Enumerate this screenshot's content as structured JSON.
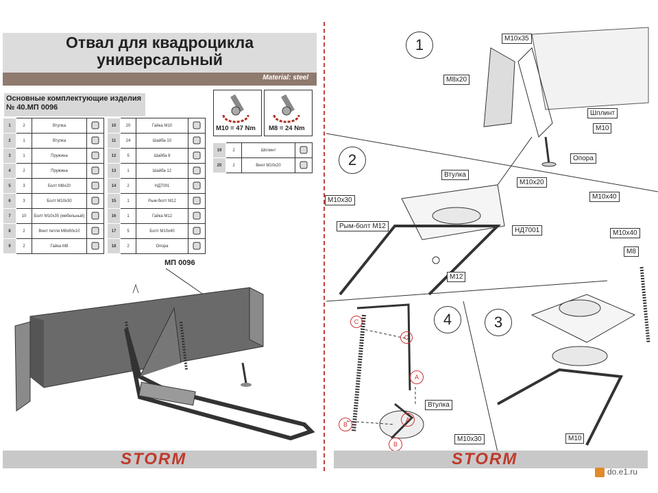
{
  "left_page": {
    "title_line1": "Отвал для квадроцикла",
    "title_line2": "универсальный",
    "material": "Material: steel",
    "parts_title_line1": "Основные комплектующие изделия",
    "parts_title_line2": "№ 40.МП 0096",
    "table_a": [
      {
        "n": "1",
        "qty": "2",
        "name": "Втулка"
      },
      {
        "n": "2",
        "qty": "1",
        "name": "Втулка"
      },
      {
        "n": "3",
        "qty": "1",
        "name": "Пружина"
      },
      {
        "n": "4",
        "qty": "2",
        "name": "Пружина"
      },
      {
        "n": "5",
        "qty": "3",
        "name": "Болт М8х20"
      },
      {
        "n": "6",
        "qty": "3",
        "name": "Болт М10х30"
      },
      {
        "n": "7",
        "qty": "10",
        "name": "Болт М10х35 (мебельный)"
      },
      {
        "n": "8",
        "qty": "2",
        "name": "Винт петля М8х60х10"
      },
      {
        "n": "9",
        "qty": "2",
        "name": "Гайка М8"
      }
    ],
    "table_b": [
      {
        "n": "10",
        "qty": "20",
        "name": "Гайка М10"
      },
      {
        "n": "11",
        "qty": "24",
        "name": "Шайба 10"
      },
      {
        "n": "12",
        "qty": "5",
        "name": "Шайба 8"
      },
      {
        "n": "13",
        "qty": "1",
        "name": "Шайба 12"
      },
      {
        "n": "14",
        "qty": "2",
        "name": "НД7001"
      },
      {
        "n": "15",
        "qty": "1",
        "name": "Рым-болт М12"
      },
      {
        "n": "16",
        "qty": "1",
        "name": "Гайка М12"
      },
      {
        "n": "17",
        "qty": "5",
        "name": "Болт М10х40"
      },
      {
        "n": "18",
        "qty": "2",
        "name": "Опора"
      }
    ],
    "table_c": [
      {
        "n": "19",
        "qty": "2",
        "name": "Шплинт"
      },
      {
        "n": "20",
        "qty": "2",
        "name": "Винт М10х20"
      }
    ],
    "torque_m10": "M10 = 47 Nm",
    "torque_m8": "M8 = 24 Nm",
    "product_label": "МП 0096",
    "logo": "STORM"
  },
  "right_page": {
    "steps": [
      "1",
      "2",
      "3",
      "4"
    ],
    "labels_step1": [
      "M10x35",
      "M8x20",
      "Шплинт",
      "M10",
      "Опора"
    ],
    "labels_step2": [
      "Втулка",
      "M10x20",
      "M10x30",
      "Рым-болт M12",
      "НД7001",
      "M12"
    ],
    "labels_step3": [
      "M10x40",
      "M10x40",
      "M8",
      "M10"
    ],
    "labels_step4": [
      "Втулка",
      "M10x30"
    ],
    "markers": [
      "C",
      "C",
      "A",
      "A",
      "B",
      "B"
    ],
    "logo": "STORM"
  },
  "watermark": {
    "site": "do.e1.ru"
  }
}
